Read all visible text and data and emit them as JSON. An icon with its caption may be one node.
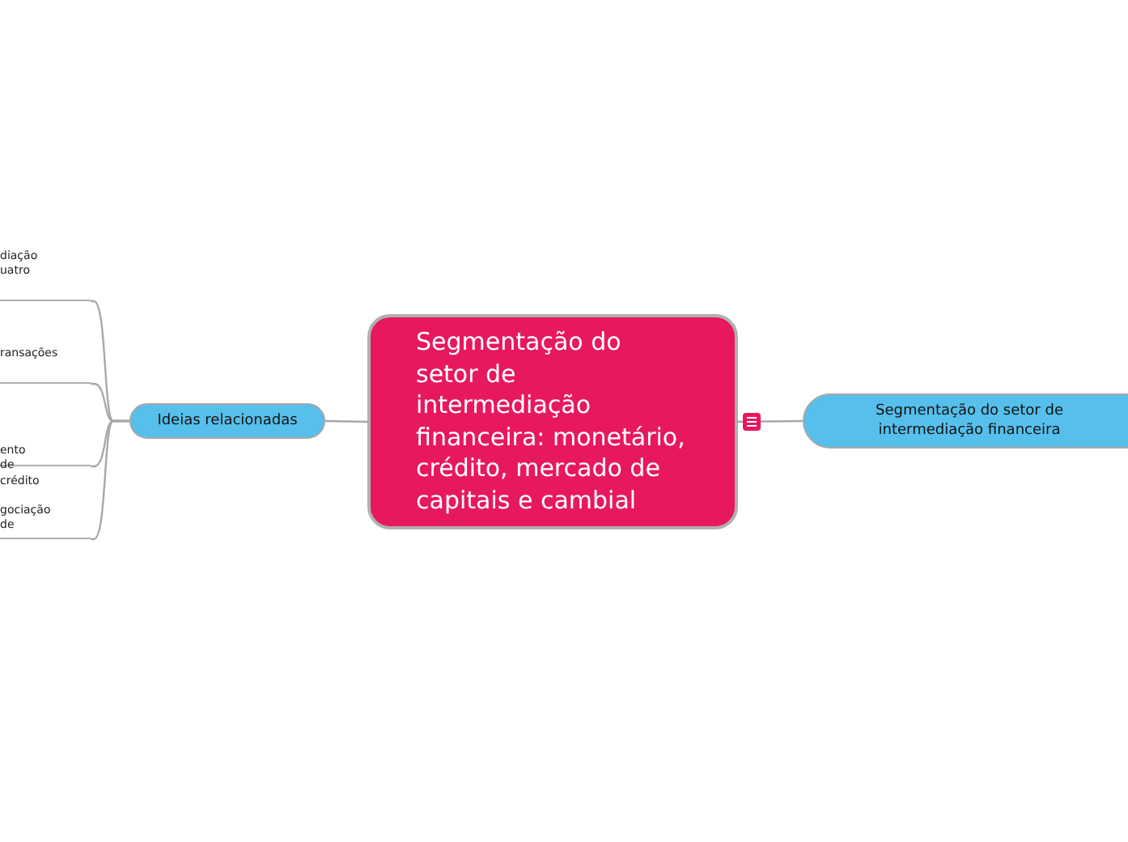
{
  "diagram": {
    "nodes": [
      {
        "text": [
          "Segmentação do setor de intermediação financeira: monetário, crédito, mercado de capitais e cambial"
        ]
      },
      {
        "text": [
          "Ideias relacionadas"
        ]
      },
      {
        "text": [
          "Segmentação do setor de intermediação financeira"
        ]
      },
      {
        "text": [
          "diação uatro"
        ]
      },
      {
        "text": [
          "ransações"
        ]
      },
      {
        "text": [
          "ento de crédito"
        ]
      },
      {
        "text": [
          "gociação de"
        ]
      }
    ],
    "edges": [
      {
        "from": 0,
        "to": 1,
        "arrow": "none"
      },
      {
        "from": 0,
        "to": 2,
        "arrow": "none"
      },
      {
        "from": 1,
        "to": 3,
        "arrow": "none"
      },
      {
        "from": 1,
        "to": 4,
        "arrow": "none"
      },
      {
        "from": 1,
        "to": 5,
        "arrow": "none"
      },
      {
        "from": 1,
        "to": 6,
        "arrow": "none"
      }
    ]
  }
}
